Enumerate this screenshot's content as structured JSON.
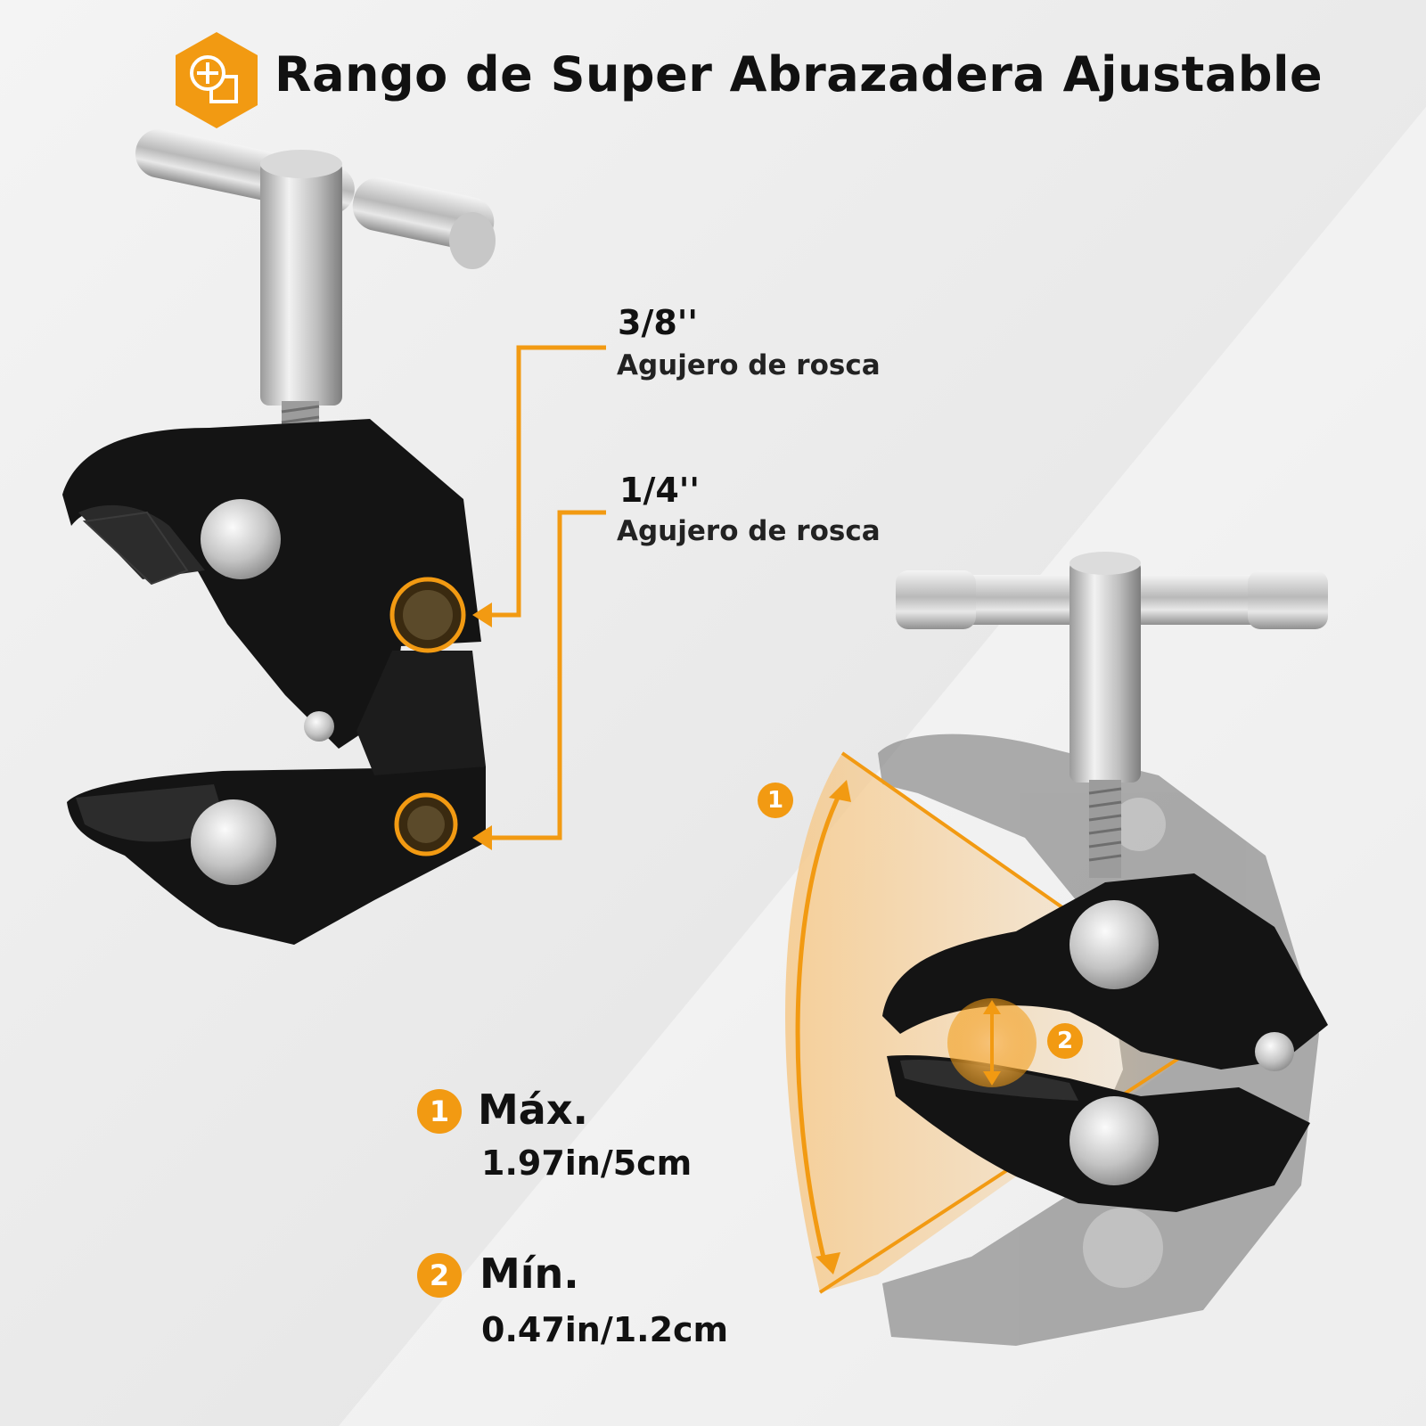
{
  "header": {
    "title": "Rango de Super Abrazadera Ajustable",
    "icon": "clamp-range-hexagon-icon",
    "accent": "#f29a12"
  },
  "callouts": [
    {
      "size": "3/8''",
      "desc": "Agujero de rosca"
    },
    {
      "size": "1/4''",
      "desc": "Agujero de rosca"
    }
  ],
  "specs": [
    {
      "badge": "1",
      "label": "Máx.",
      "value": "1.97in/5cm"
    },
    {
      "badge": "2",
      "label": "Mín.",
      "value": "0.47in/1.2cm"
    }
  ],
  "diagram": {
    "badge_max": "1",
    "badge_min": "2"
  },
  "colors": {
    "accent": "#f29a12",
    "clamp_body": "#141414",
    "metal": "#c9c9c9"
  }
}
